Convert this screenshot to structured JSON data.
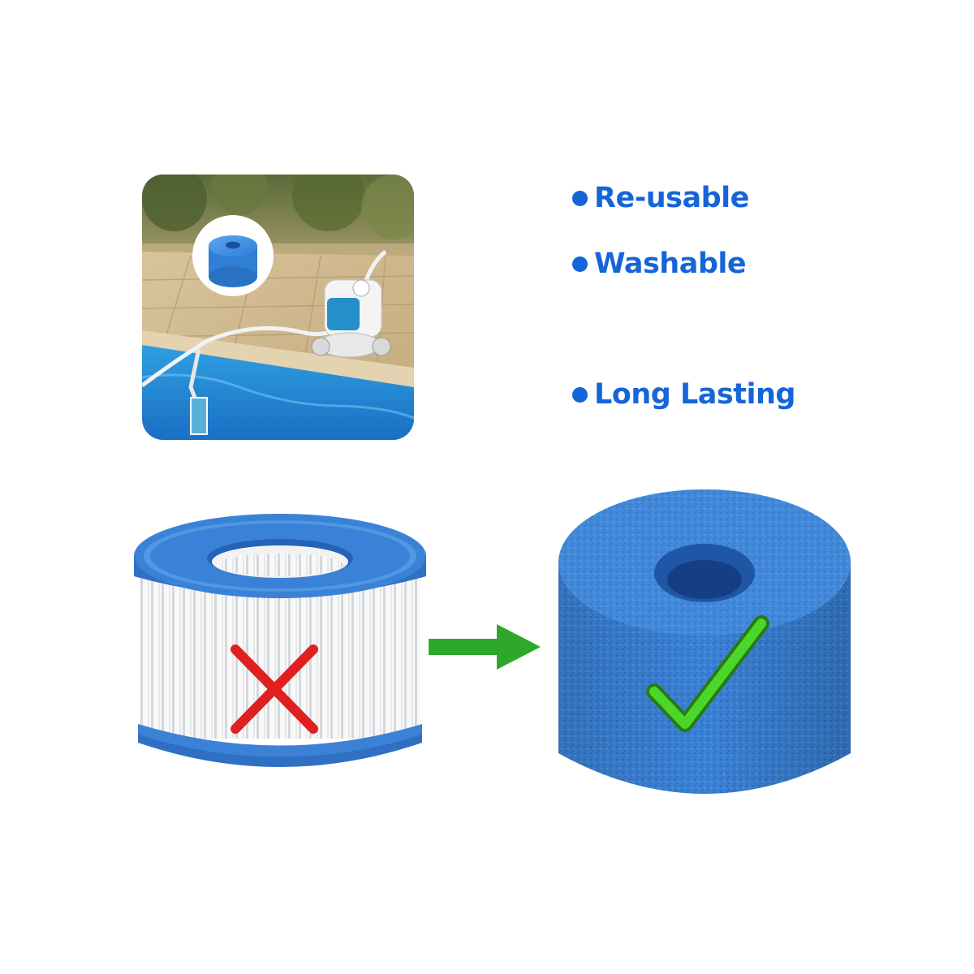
{
  "features": [
    {
      "label": "Re-usable"
    },
    {
      "label": "Washable"
    },
    {
      "label": "Long Lasting"
    }
  ],
  "colors": {
    "feature_text": "#1565d8",
    "arrow": "#2ea82a",
    "cross": "#e02020",
    "check": "#4bd62a",
    "sponge": "#3b82d6"
  },
  "icons": {
    "cross": "red-x-mark-icon",
    "check": "green-check-mark-icon",
    "arrow": "right-arrow-icon"
  }
}
